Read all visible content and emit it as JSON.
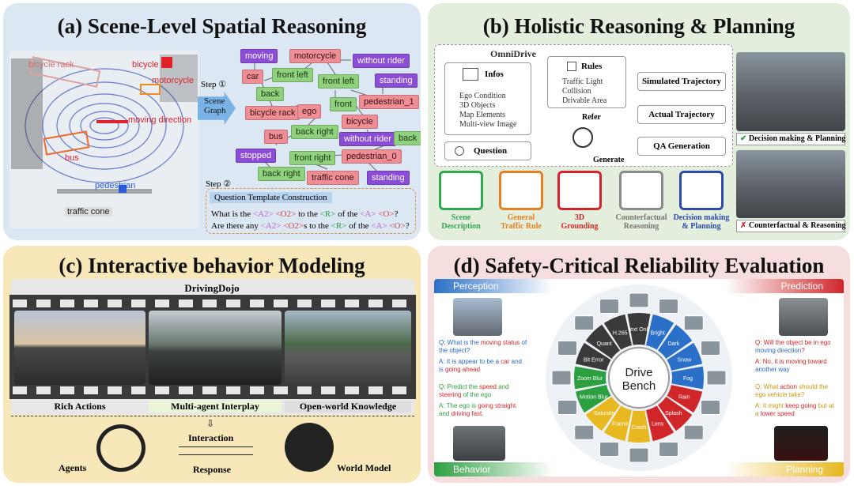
{
  "panels": {
    "a": {
      "title": "(a) Scene-Level Spatial Reasoning",
      "lidar_labels": {
        "bicycle_rack": "bicycle rack",
        "bicycle": "bicycle",
        "motorcycle": "motorcycle",
        "moving_direction": "moving direction",
        "bus": "bus",
        "pedestrian": "pedestrian",
        "traffic_cone": "traffic cone"
      },
      "step1": "Step ①",
      "scene_graph": [
        "Scene",
        "Graph"
      ],
      "nodes": {
        "moving": "moving",
        "motorcycle": "motorcycle",
        "without_rider_1": "without rider",
        "car": "car",
        "front_left_1": "front left",
        "front_left_2": "front left",
        "standing_1": "standing",
        "back": "back",
        "front": "front",
        "bicycle_rack": "bicycle rack",
        "ego": "ego",
        "pedestrian_1": "pedestrian_1",
        "bicycle": "bicycle",
        "bus": "bus",
        "back_right_1": "back right",
        "without_rider_2": "without rider",
        "back_2": "back",
        "stopped": "stopped",
        "front_right": "front right",
        "pedestrian_0": "pedestrian_0",
        "back_right_2": "back right",
        "traffic_cone": "traffic cone",
        "standing_2": "standing"
      },
      "step2": "Step ②",
      "qtc_label": "Question Template Construction",
      "q1": {
        "pre": "What is the ",
        "a2": "<A2>",
        "sp1": " ",
        "o2": "<O2>",
        "mid": " to the ",
        "r": "<R>",
        "of": " of the ",
        "a": "<A>",
        "sp2": " ",
        "o": "<O>",
        "end": "?"
      },
      "q2": {
        "pre": "Are there any ",
        "a2": "<A2>",
        "sp1": " ",
        "o2": "<O2>",
        "mid": "s to the ",
        "r": "<R>",
        "of": " of the ",
        "a": "<A>",
        "sp2": " ",
        "o": "<O>",
        "end": "?"
      }
    },
    "b": {
      "title": "(b) Holistic Reasoning & Planning",
      "omnidrive": "OmniDrive",
      "infos_title": "Infos",
      "infos_items": [
        "Ego Condition",
        "3D Objects",
        "Map Elements",
        "Multi-view Image"
      ],
      "rules_title": "Rules",
      "rules_items": [
        "Traffic Light",
        "Collision",
        "Drivable Area"
      ],
      "refer": "Refer",
      "generate": "Generate",
      "question": "Question",
      "simulated": "Simulated Trajectory",
      "actual": "Actual Trajectory",
      "qa_gen": "QA Generation",
      "tasks": [
        {
          "l1": "Scene",
          "l2": "Description",
          "color": "#2fa84f"
        },
        {
          "l1": "General",
          "l2": "Traffic Rule",
          "color": "#e67e22"
        },
        {
          "l1": "3D",
          "l2": "Grounding",
          "color": "#d0262a"
        },
        {
          "l1": "Counterfactual",
          "l2": "Reasoning",
          "color": "#8a8a8a"
        },
        {
          "l1": "Decision making",
          "l2": "& Planning",
          "color": "#2c4aa8"
        }
      ],
      "decision_caption": "Decision making & Planning",
      "counterfactual_caption": "Counterfactual & Reasoning"
    },
    "c": {
      "title": "(c) Interactive behavior Modeling",
      "dojo": "DrivingDojo",
      "captions": [
        "Rich Actions",
        "Multi-agent Interplay",
        "Open-world Knowledge"
      ],
      "agents": "Agents",
      "interaction": "Interaction",
      "response": "Response",
      "world_model": "World Model"
    },
    "d": {
      "title": "(d) Safety-Critical Reliability Evaluation",
      "perception": "Perception",
      "prediction": "Prediction",
      "behavior": "Behavior",
      "planning": "Planning",
      "center": [
        "Drive",
        "Bench"
      ],
      "ring": [
        "Text Only",
        "Bright",
        "Dark",
        "Snow",
        "Fog",
        "Rain",
        "Splash",
        "Lens",
        "Crash",
        "Frame",
        "Saturate",
        "Motion Blur",
        "Zoom Blur",
        "Bit Error",
        "Quant",
        "H.265"
      ],
      "qa": {
        "p_q": [
          "Q: What is the ",
          "moving status",
          " of the object?"
        ],
        "p_a": [
          "A: It is appear to be a ",
          "car",
          " and is ",
          "going ahead"
        ],
        "pr_q": [
          "Q: Will the object be in ego ",
          "moving direction",
          "?"
        ],
        "pr_a": [
          "A: No, it is moving toward ",
          "another way"
        ],
        "b_q": [
          "Q: Predict the ",
          "speed",
          " and ",
          "steering",
          " of the ego"
        ],
        "b_a": [
          "A: The ego is ",
          "going straight",
          " and ",
          "driving fast",
          "."
        ],
        "pl_q": [
          "Q: What ",
          "action",
          " should the ego vehicle take?"
        ],
        "pl_a": [
          "A: It might ",
          "keep going",
          " but at a ",
          "lower speed"
        ]
      }
    }
  }
}
